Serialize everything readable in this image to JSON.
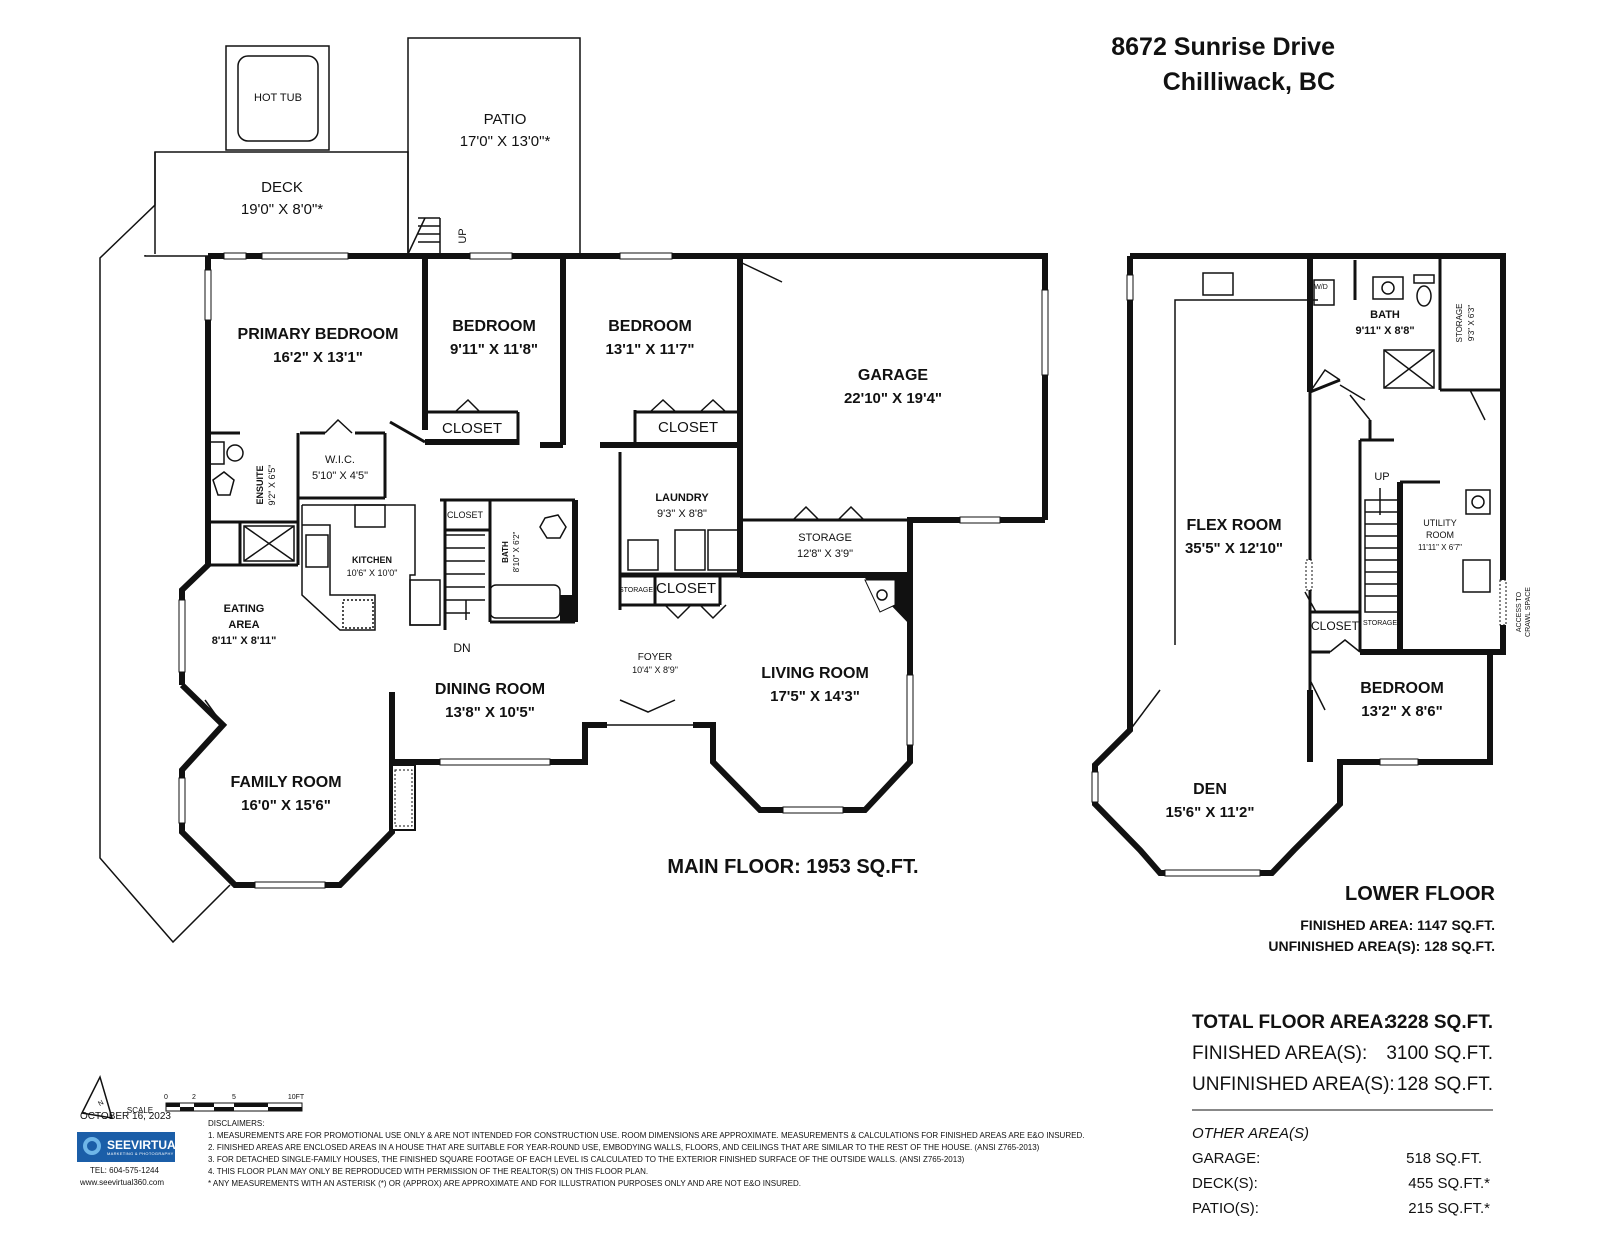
{
  "address": {
    "line1": "8672 Sunrise Drive",
    "line2": "Chilliwack, BC"
  },
  "main_floor": {
    "area_label": "MAIN FLOOR: 1953 SQ.FT.",
    "rooms": {
      "hot_tub": "HOT TUB",
      "patio": {
        "name": "PATIO",
        "dims": "17'0\" X 13'0\"*"
      },
      "deck": {
        "name": "DECK",
        "dims": "19'0\" X 8'0\"*"
      },
      "up": "UP",
      "primary_bedroom": {
        "name": "PRIMARY BEDROOM",
        "dims": "16'2\" X 13'1\""
      },
      "bedroom1": {
        "name": "BEDROOM",
        "dims": "9'11\" X 11'8\""
      },
      "bedroom2": {
        "name": "BEDROOM",
        "dims": "13'1\" X 11'7\""
      },
      "garage": {
        "name": "GARAGE",
        "dims": "22'10\" X 19'4\""
      },
      "closet1": "CLOSET",
      "closet2": "CLOSET",
      "closet3": "CLOSET",
      "closet_small": "CLOSET",
      "wic": {
        "name": "W.I.C.",
        "dims": "5'10\" X 4'5\""
      },
      "ensuite": {
        "name": "ENSUITE",
        "dims": "9'2\" X 6'5\""
      },
      "kitchen": {
        "name": "KITCHEN",
        "dims": "10'6\" X 10'0\""
      },
      "bath": {
        "name": "BATH",
        "dims": "8'10\" X 6'2\""
      },
      "laundry": {
        "name": "LAUNDRY",
        "dims": "9'3\" X 8'8\""
      },
      "storage": {
        "name": "STORAGE",
        "dims": "12'8\" X 3'9\""
      },
      "storage_small": "STORAGE",
      "eating_area": {
        "name": "EATING",
        "name2": "AREA",
        "dims": "8'11\" X 8'11\""
      },
      "foyer": {
        "name": "FOYER",
        "dims": "10'4\" X 8'9\""
      },
      "dining_room": {
        "name": "DINING ROOM",
        "dims": "13'8\" X 10'5\""
      },
      "living_room": {
        "name": "LIVING ROOM",
        "dims": "17'5\" X 14'3\""
      },
      "family_room": {
        "name": "FAMILY ROOM",
        "dims": "16'0\" X 15'6\""
      },
      "dn": "DN"
    }
  },
  "lower_floor": {
    "title": "LOWER FLOOR",
    "finished": "FINISHED AREA: 1147 SQ.FT.",
    "unfinished": "UNFINISHED AREA(S): 128 SQ.FT.",
    "rooms": {
      "wd": "W/D",
      "bath": {
        "name": "BATH",
        "dims": "9'11\" X 8'8\""
      },
      "storage": {
        "name": "STORAGE",
        "dims": "9'3\" X 6'3\""
      },
      "flex_room": {
        "name": "FLEX ROOM",
        "dims": "35'5\" X 12'10\""
      },
      "up": "UP",
      "utility_room": {
        "name": "UTILITY",
        "name2": "ROOM",
        "dims": "11'11\" X 6'7\""
      },
      "closet": "CLOSET",
      "storage_small": "STORAGE",
      "access": {
        "line1": "ACCESS TO",
        "line2": "CRAWL SPACE"
      },
      "bedroom": {
        "name": "BEDROOM",
        "dims": "13'2\" X 8'6\""
      },
      "den": {
        "name": "DEN",
        "dims": "15'6\" X 11'2\""
      }
    }
  },
  "totals": {
    "total_label": "TOTAL FLOOR AREA:",
    "total_value": "3228 SQ.FT.",
    "finished_label": "FINISHED AREA(S):",
    "finished_value": "3100 SQ.FT.",
    "unfinished_label": "UNFINISHED AREA(S):",
    "unfinished_value": "128 SQ.FT.",
    "other_title": "OTHER AREA(S)",
    "other": [
      {
        "label": "GARAGE:",
        "value": "518 SQ.FT."
      },
      {
        "label": "DECK(S):",
        "value": "455 SQ.FT.*"
      },
      {
        "label": "PATIO(S):",
        "value": "215 SQ.FT.*"
      }
    ]
  },
  "scale": {
    "label": "SCALE",
    "ticks": [
      "0",
      "2",
      "5",
      "10FT"
    ],
    "north": "N"
  },
  "footer": {
    "date": "OCTOBER 16, 2023",
    "logo": "SEEVIRTUAL",
    "logo_sub": "MARKETING & PHOTOGRAPHY",
    "tel": "TEL: 604-575-1244",
    "website": "www.seevirtual360.com",
    "disclaimer_title": "DISCLAIMERS:",
    "disclaimers": [
      "1. MEASUREMENTS ARE FOR PROMOTIONAL USE ONLY & ARE NOT INTENDED FOR CONSTRUCTION USE. ROOM DIMENSIONS ARE APPROXIMATE. MEASUREMENTS & CALCULATIONS FOR FINISHED AREAS ARE E&O INSURED.",
      "2. FINISHED AREAS ARE ENCLOSED AREAS IN A HOUSE THAT ARE SUITABLE FOR YEAR-ROUND USE, EMBODYING WALLS, FLOORS, AND CEILINGS THAT ARE SIMILAR TO THE REST OF THE HOUSE. (ANSI Z765-2013)",
      "3. FOR DETACHED SINGLE-FAMILY HOUSES, THE FINISHED SQUARE FOOTAGE OF EACH LEVEL IS CALCULATED TO THE EXTERIOR FINISHED SURFACE OF THE OUTSIDE WALLS. (ANSI Z765-2013)",
      "4. THIS FLOOR PLAN MAY ONLY BE REPRODUCED WITH PERMISSION OF THE REALTOR(S) ON THIS FLOOR PLAN.",
      "* ANY MEASUREMENTS WITH AN ASTERISK (*) OR (APPROX) ARE APPROXIMATE AND FOR ILLUSTRATION PURPOSES ONLY AND ARE NOT E&O INSURED."
    ]
  }
}
